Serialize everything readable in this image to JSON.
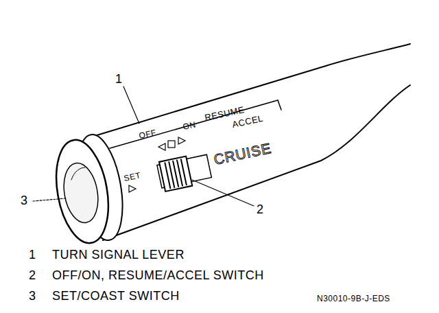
{
  "diagram": {
    "labels": [
      "1",
      "2",
      "3",
      "OFF",
      "ON",
      "RESUME",
      "ACCEL",
      "SET",
      "CRUISE",
      "1",
      "TURN SIGNAL LEVER",
      "2",
      "OFF/ON, RESUME/ACCEL SWITCH",
      "3",
      "SET/COAST SWITCH",
      "N30010-9B-J-EDS"
    ]
  }
}
